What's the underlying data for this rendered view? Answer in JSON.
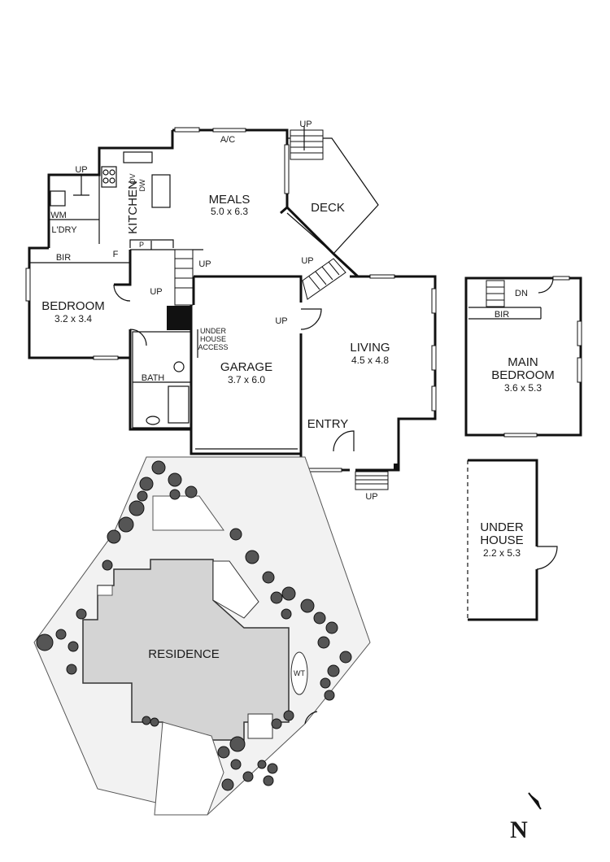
{
  "rooms": {
    "meals": {
      "name": "MEALS",
      "size": "5.0 x 6.3"
    },
    "deck": {
      "name": "DECK"
    },
    "kitchen": {
      "name": "KITCHEN"
    },
    "wm": {
      "name": "WM"
    },
    "ldry": {
      "name": "L'DRY"
    },
    "bir1": {
      "name": "BIR"
    },
    "f": {
      "name": "F"
    },
    "p": {
      "name": "P"
    },
    "bedroom": {
      "name": "BEDROOM",
      "size": "3.2 x 3.4"
    },
    "underhouse_access": {
      "line1": "UNDER",
      "line2": "HOUSE",
      "line3": "ACCESS"
    },
    "garage": {
      "name": "GARAGE",
      "size": "3.7 x 6.0"
    },
    "bath": {
      "name": "BATH"
    },
    "living": {
      "name": "LIVING",
      "size": "4.5 x 4.8"
    },
    "entry": {
      "name": "ENTRY"
    },
    "main_bedroom": {
      "line1": "MAIN",
      "line2": "BEDROOM",
      "size": "3.6 x 5.3"
    },
    "bir2": {
      "name": "BIR"
    },
    "under_house": {
      "line1": "UNDER",
      "line2": "HOUSE",
      "size": "2.2 x 5.3"
    },
    "residence": {
      "name": "RESIDENCE"
    }
  },
  "fixtures": {
    "ac": "A/C",
    "ov": "OV",
    "dw": "DW",
    "wt": "WT"
  },
  "stairs": {
    "up": "UP",
    "dn": "DN"
  },
  "compass": {
    "letter": "N"
  }
}
